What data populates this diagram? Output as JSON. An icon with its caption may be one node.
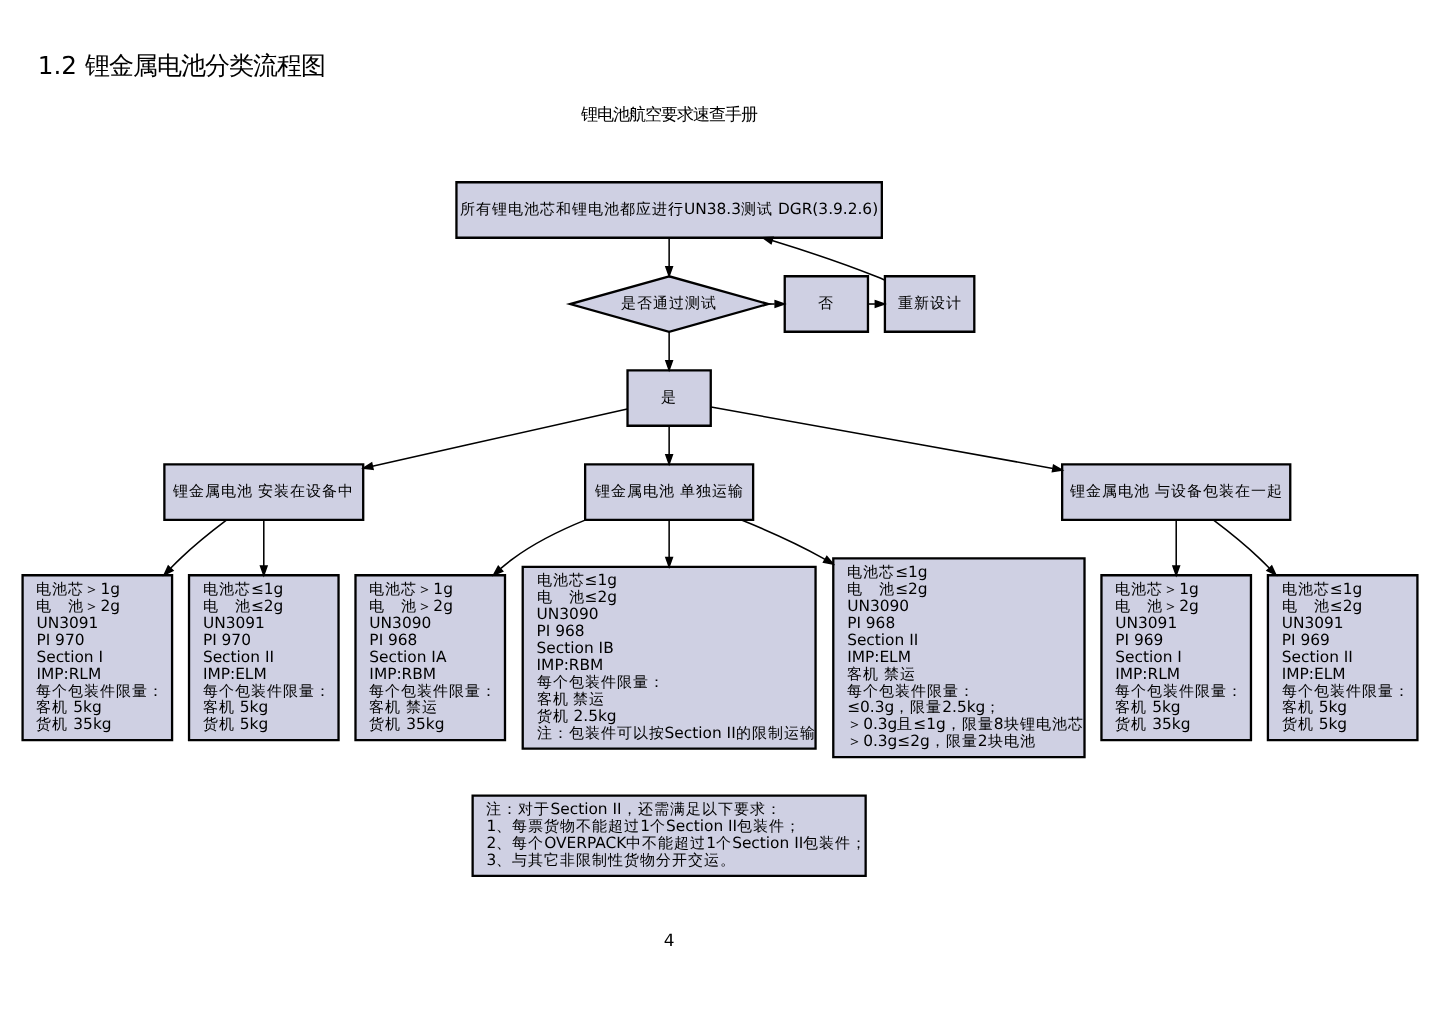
{
  "diagram": {
    "title": "1.2 锂金属电池分类流程图",
    "nodes": [
      {
        "text": [
          "所有锂电池芯和锂电池都应进行UN38.3测试 DGR(3.9.2.6)"
        ]
      },
      {
        "text": [
          "是否通过测试"
        ]
      },
      {
        "text": [
          "否"
        ]
      },
      {
        "text": [
          "重新设计"
        ]
      },
      {
        "text": [
          "是"
        ]
      },
      {
        "text": [
          "锂金属电池 安装在设备中"
        ]
      },
      {
        "text": [
          "锂金属电池 单独运输"
        ]
      },
      {
        "text": [
          "锂金属电池 与设备包装在一起"
        ]
      },
      {
        "text": [
          "电池芯＞1g",
          "电　池＞2g",
          "UN3091",
          "PI 970",
          "Section I",
          "IMP:RLM",
          "每个包装件限量：",
          "客机 5kg",
          "货机 35kg"
        ]
      },
      {
        "text": [
          "电池芯≤1g",
          "电　池≤2g",
          "UN3091",
          "PI 970",
          "Section II",
          "IMP:ELM",
          "每个包装件限量：",
          "客机 5kg",
          "货机 5kg"
        ]
      },
      {
        "text": [
          "电池芯＞1g",
          "电　池＞2g",
          "UN3090",
          "PI 968",
          "Section IA",
          "IMP:RBM",
          "每个包装件限量：",
          "客机 禁运",
          "货机 35kg"
        ]
      },
      {
        "text": [
          "电池芯≤1g",
          "电　池≤2g",
          "UN3090",
          "PI 968",
          "Section IB",
          "IMP:RBM",
          "每个包装件限量：",
          "客机 禁运",
          "货机 2.5kg",
          "注：包装件可以按Section II的限制运输"
        ]
      },
      {
        "text": [
          "电池芯≤1g",
          "电　池≤2g",
          "UN3090",
          "PI 968",
          "Section II",
          "IMP:ELM",
          "客机 禁运",
          "每个包装件限量：",
          "≤0.3g，限量2.5kg；",
          "＞0.3g且≤1g，限量8块锂电池芯",
          "＞0.3g≤2g，限量2块电池"
        ]
      },
      {
        "text": [
          "注：对于Section II，还需满足以下要求：",
          "1、每票货物不能超过1个Section II包装件；",
          "2、每个OVERPACK中不能超过1个Section II包装件；",
          "3、与其它非限制性货物分开交运。"
        ]
      },
      {
        "text": [
          "电池芯＞1g",
          "电　池＞2g",
          "UN3091",
          "PI 969",
          "Section I",
          "IMP:RLM",
          "每个包装件限量：",
          "客机 5kg",
          "货机 35kg"
        ]
      },
      {
        "text": [
          "电池芯≤1g",
          "电　池≤2g",
          "UN3091",
          "PI 969",
          "Section II",
          "IMP:ELM",
          "每个包装件限量：",
          "客机 5kg",
          "货机 5kg"
        ]
      }
    ],
    "edges": [
      {
        "from": 0,
        "to": 1,
        "arrow": "to"
      },
      {
        "from": 1,
        "to": 2,
        "arrow": "to"
      },
      {
        "from": 2,
        "to": 3,
        "arrow": "to"
      },
      {
        "from": 3,
        "to": 0,
        "arrow": "to"
      },
      {
        "from": 1,
        "to": 4,
        "arrow": "to"
      },
      {
        "from": 4,
        "to": 5,
        "arrow": "to"
      },
      {
        "from": 4,
        "to": 6,
        "arrow": "to"
      },
      {
        "from": 4,
        "to": 7,
        "arrow": "to"
      },
      {
        "from": 5,
        "to": 8,
        "arrow": "to"
      },
      {
        "from": 5,
        "to": 9,
        "arrow": "to"
      },
      {
        "from": 6,
        "to": 10,
        "arrow": "to"
      },
      {
        "from": 6,
        "to": 11,
        "arrow": "to"
      },
      {
        "from": 6,
        "to": 12,
        "arrow": "to"
      },
      {
        "from": 7,
        "to": 14,
        "arrow": "to"
      },
      {
        "from": 7,
        "to": 15,
        "arrow": "to"
      }
    ],
    "labels": [
      "锂电池航空要求速查手册",
      "4"
    ]
  }
}
